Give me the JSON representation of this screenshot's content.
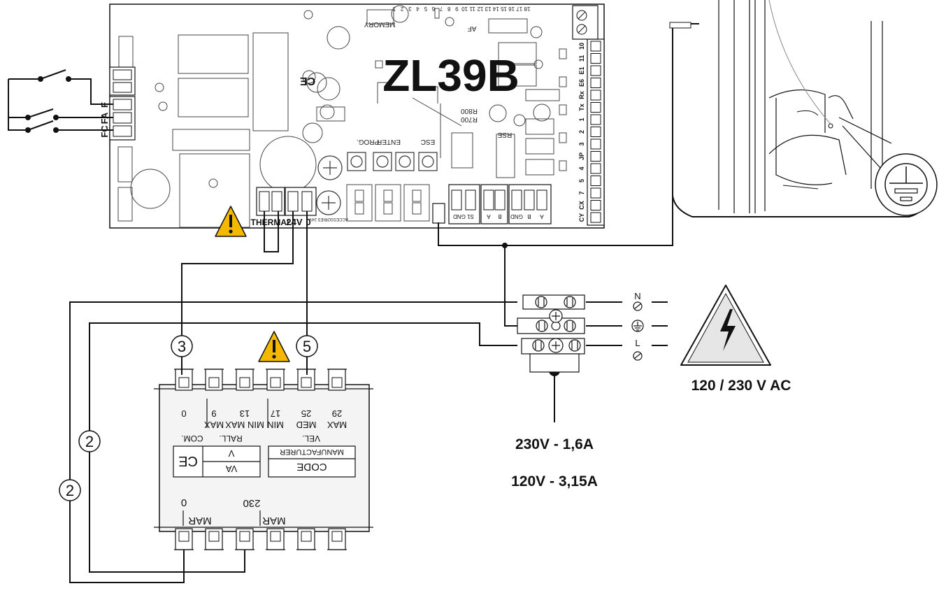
{
  "board": {
    "model": "ZL39B",
    "memory_label": "MEMORY",
    "af_label": "AF",
    "ce_mark": "CE",
    "prog_label": "PROG.",
    "enter_label": "ENTER",
    "esc_label": "ESC",
    "rse_label": "RSE",
    "r700_label": "R700",
    "r800_label": "R800",
    "accessories_label": "ACCESSORIES 24V",
    "terminals_top": [
      "1",
      "2",
      "3",
      "4",
      "5",
      "6",
      "7",
      "8",
      "9",
      "10",
      "11",
      "12",
      "13",
      "14",
      "15",
      "16",
      "17",
      "18"
    ],
    "limit_terminals": [
      "F",
      "FA",
      "FC"
    ],
    "power_terminals": [
      "THERMAL",
      "24V",
      "0"
    ],
    "serial_terminals": [
      "S1 GND",
      "A",
      "B",
      "GND",
      "B",
      "A"
    ],
    "right_terminals": [
      "10",
      "11",
      "E1",
      "E6",
      "Rx",
      "Tx",
      "1",
      "2",
      "3",
      "JP",
      "4",
      "5",
      "7",
      "CX",
      "CY"
    ]
  },
  "transformer": {
    "top_labels": [
      "0",
      "9\nMAX",
      "13\nMIN MAX",
      "17\nMIN",
      "25\nMED",
      "29\nMAX"
    ],
    "com_label": "COM.",
    "rall_label": "RALL.",
    "vel_label": "VEL.",
    "v_label": "V",
    "va_label": "VA",
    "manufacturer_label": "MANUFACTURER",
    "code_label": "CODE",
    "ce_mark": "CE",
    "mar_label": "MAR",
    "primary_0": "0",
    "primary_230": "230"
  },
  "callouts": {
    "n3": "3",
    "n5": "5",
    "n2a": "2",
    "n2b": "2"
  },
  "mains": {
    "n_label": "N",
    "l_label": "L",
    "voltage": "120 / 230 V AC",
    "fuse_230": "230V - 1,6A",
    "fuse_120": "120V - 3,15A"
  },
  "colors": {
    "line": "#111111",
    "warning": "#f5b800",
    "board_fill": "#ffffff",
    "housing_fill": "#f4f4f4"
  }
}
